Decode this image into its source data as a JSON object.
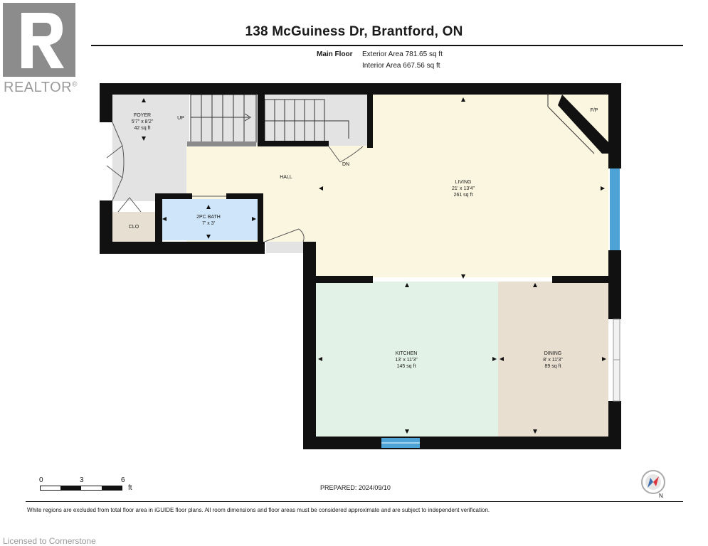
{
  "brand": {
    "logo_text": "REALTOR",
    "registered_mark": "®",
    "logo_icon": "realtor-r-logo",
    "color": "#8c8c8c"
  },
  "header": {
    "title": "138 McGuiness Dr, Brantford, ON",
    "floor": "Main Floor",
    "exterior_area": "Exterior Area 781.65 sq ft",
    "interior_area": "Interior Area 667.56 sq ft"
  },
  "rooms": {
    "foyer": {
      "name": "FOYER",
      "dims": "5'7\" x 8'2\"",
      "area": "42 sq ft"
    },
    "hall": {
      "name": "HALL"
    },
    "living": {
      "name": "LIVING",
      "dims": "21' x 13'4\"",
      "area": "261 sq ft"
    },
    "bath": {
      "name": "2PC BATH",
      "dims": "7' x 3'"
    },
    "closet": {
      "name": "CLO"
    },
    "kitchen": {
      "name": "KITCHEN",
      "dims": "13' x 11'3\"",
      "area": "145 sq ft"
    },
    "dining": {
      "name": "DINING",
      "dims": "8' x 11'3\"",
      "area": "89 sq ft"
    },
    "fireplace": {
      "name": "F/P"
    }
  },
  "stairs": {
    "up": "UP",
    "down": "DN"
  },
  "colors": {
    "foyer": "#e3e3e3",
    "hall": "#fbf6df",
    "living": "#fbf6df",
    "bath": "#cfe6fa",
    "closet": "#e7dfd1",
    "kitchen": "#e3f2e6",
    "dining": "#e8dfd0",
    "wall": "#111111",
    "window": "#4da3d6"
  },
  "scale": {
    "marks": [
      "0",
      "3",
      "6"
    ],
    "unit": "ft"
  },
  "prepared": "PREPARED: 2024/09/10",
  "compass": {
    "label": "N",
    "icon": "compass-icon"
  },
  "footer": {
    "note": "White regions are excluded from total floor area in iGUIDE floor plans. All room dimensions and floor areas must be considered approximate and are subject to independent verification.",
    "licensed": "Licensed to Cornerstone"
  }
}
